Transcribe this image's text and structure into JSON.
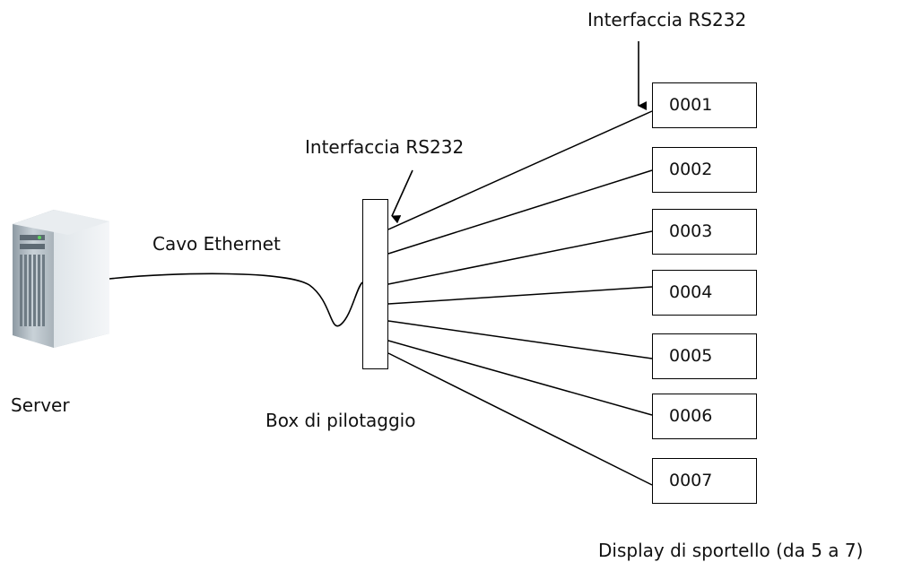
{
  "labels": {
    "rs232_top": "Interfaccia RS232",
    "rs232_mid": "Interfaccia RS232",
    "cable": "Cavo Ethernet",
    "server": "Server",
    "box": "Box di pilotaggio",
    "displays_caption": "Display di sportello (da 5 a 7)"
  },
  "displays": [
    "0001",
    "0002",
    "0003",
    "0004",
    "0005",
    "0006",
    "0007"
  ]
}
